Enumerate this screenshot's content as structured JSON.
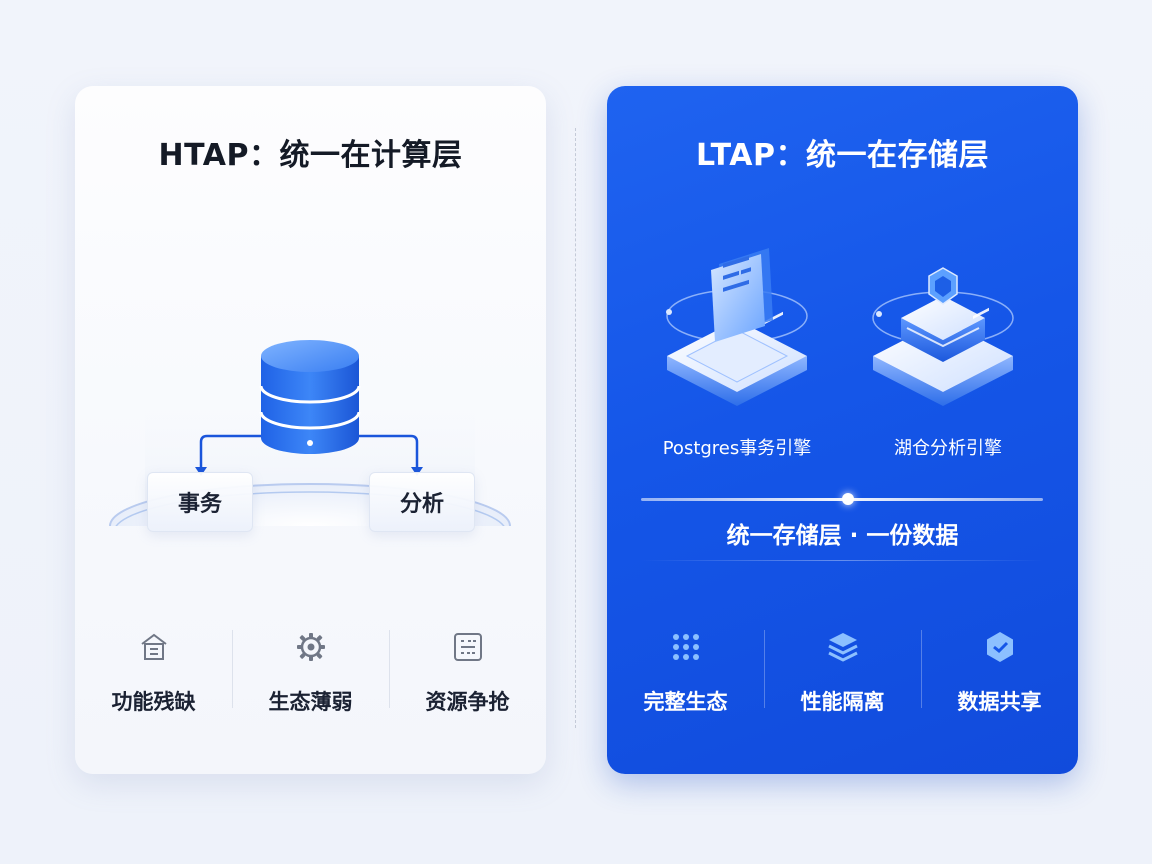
{
  "left": {
    "title": "HTAP：统一在计算层",
    "branches": {
      "transaction": "事务",
      "analysis": "分析"
    },
    "features": [
      {
        "icon": "building-icon",
        "label": "功能残缺"
      },
      {
        "icon": "gear-icon",
        "label": "生态薄弱"
      },
      {
        "icon": "calculator-icon",
        "label": "资源争抢"
      }
    ]
  },
  "right": {
    "title": "LTAP：统一在存储层",
    "engines": [
      {
        "icon": "document-server-icon",
        "label": "Postgres事务引擎"
      },
      {
        "icon": "lakehouse-server-icon",
        "label": "湖仓分析引擎"
      }
    ],
    "unified": "统一存储层 · 一份数据",
    "features": [
      {
        "icon": "dots-grid-icon",
        "label": "完整生态"
      },
      {
        "icon": "layers-icon",
        "label": "性能隔离"
      },
      {
        "icon": "share-icon",
        "label": "数据共享"
      }
    ]
  },
  "colors": {
    "accent": "#1556e8",
    "accent_light": "#3c82f6",
    "text_dark": "#141a26"
  }
}
